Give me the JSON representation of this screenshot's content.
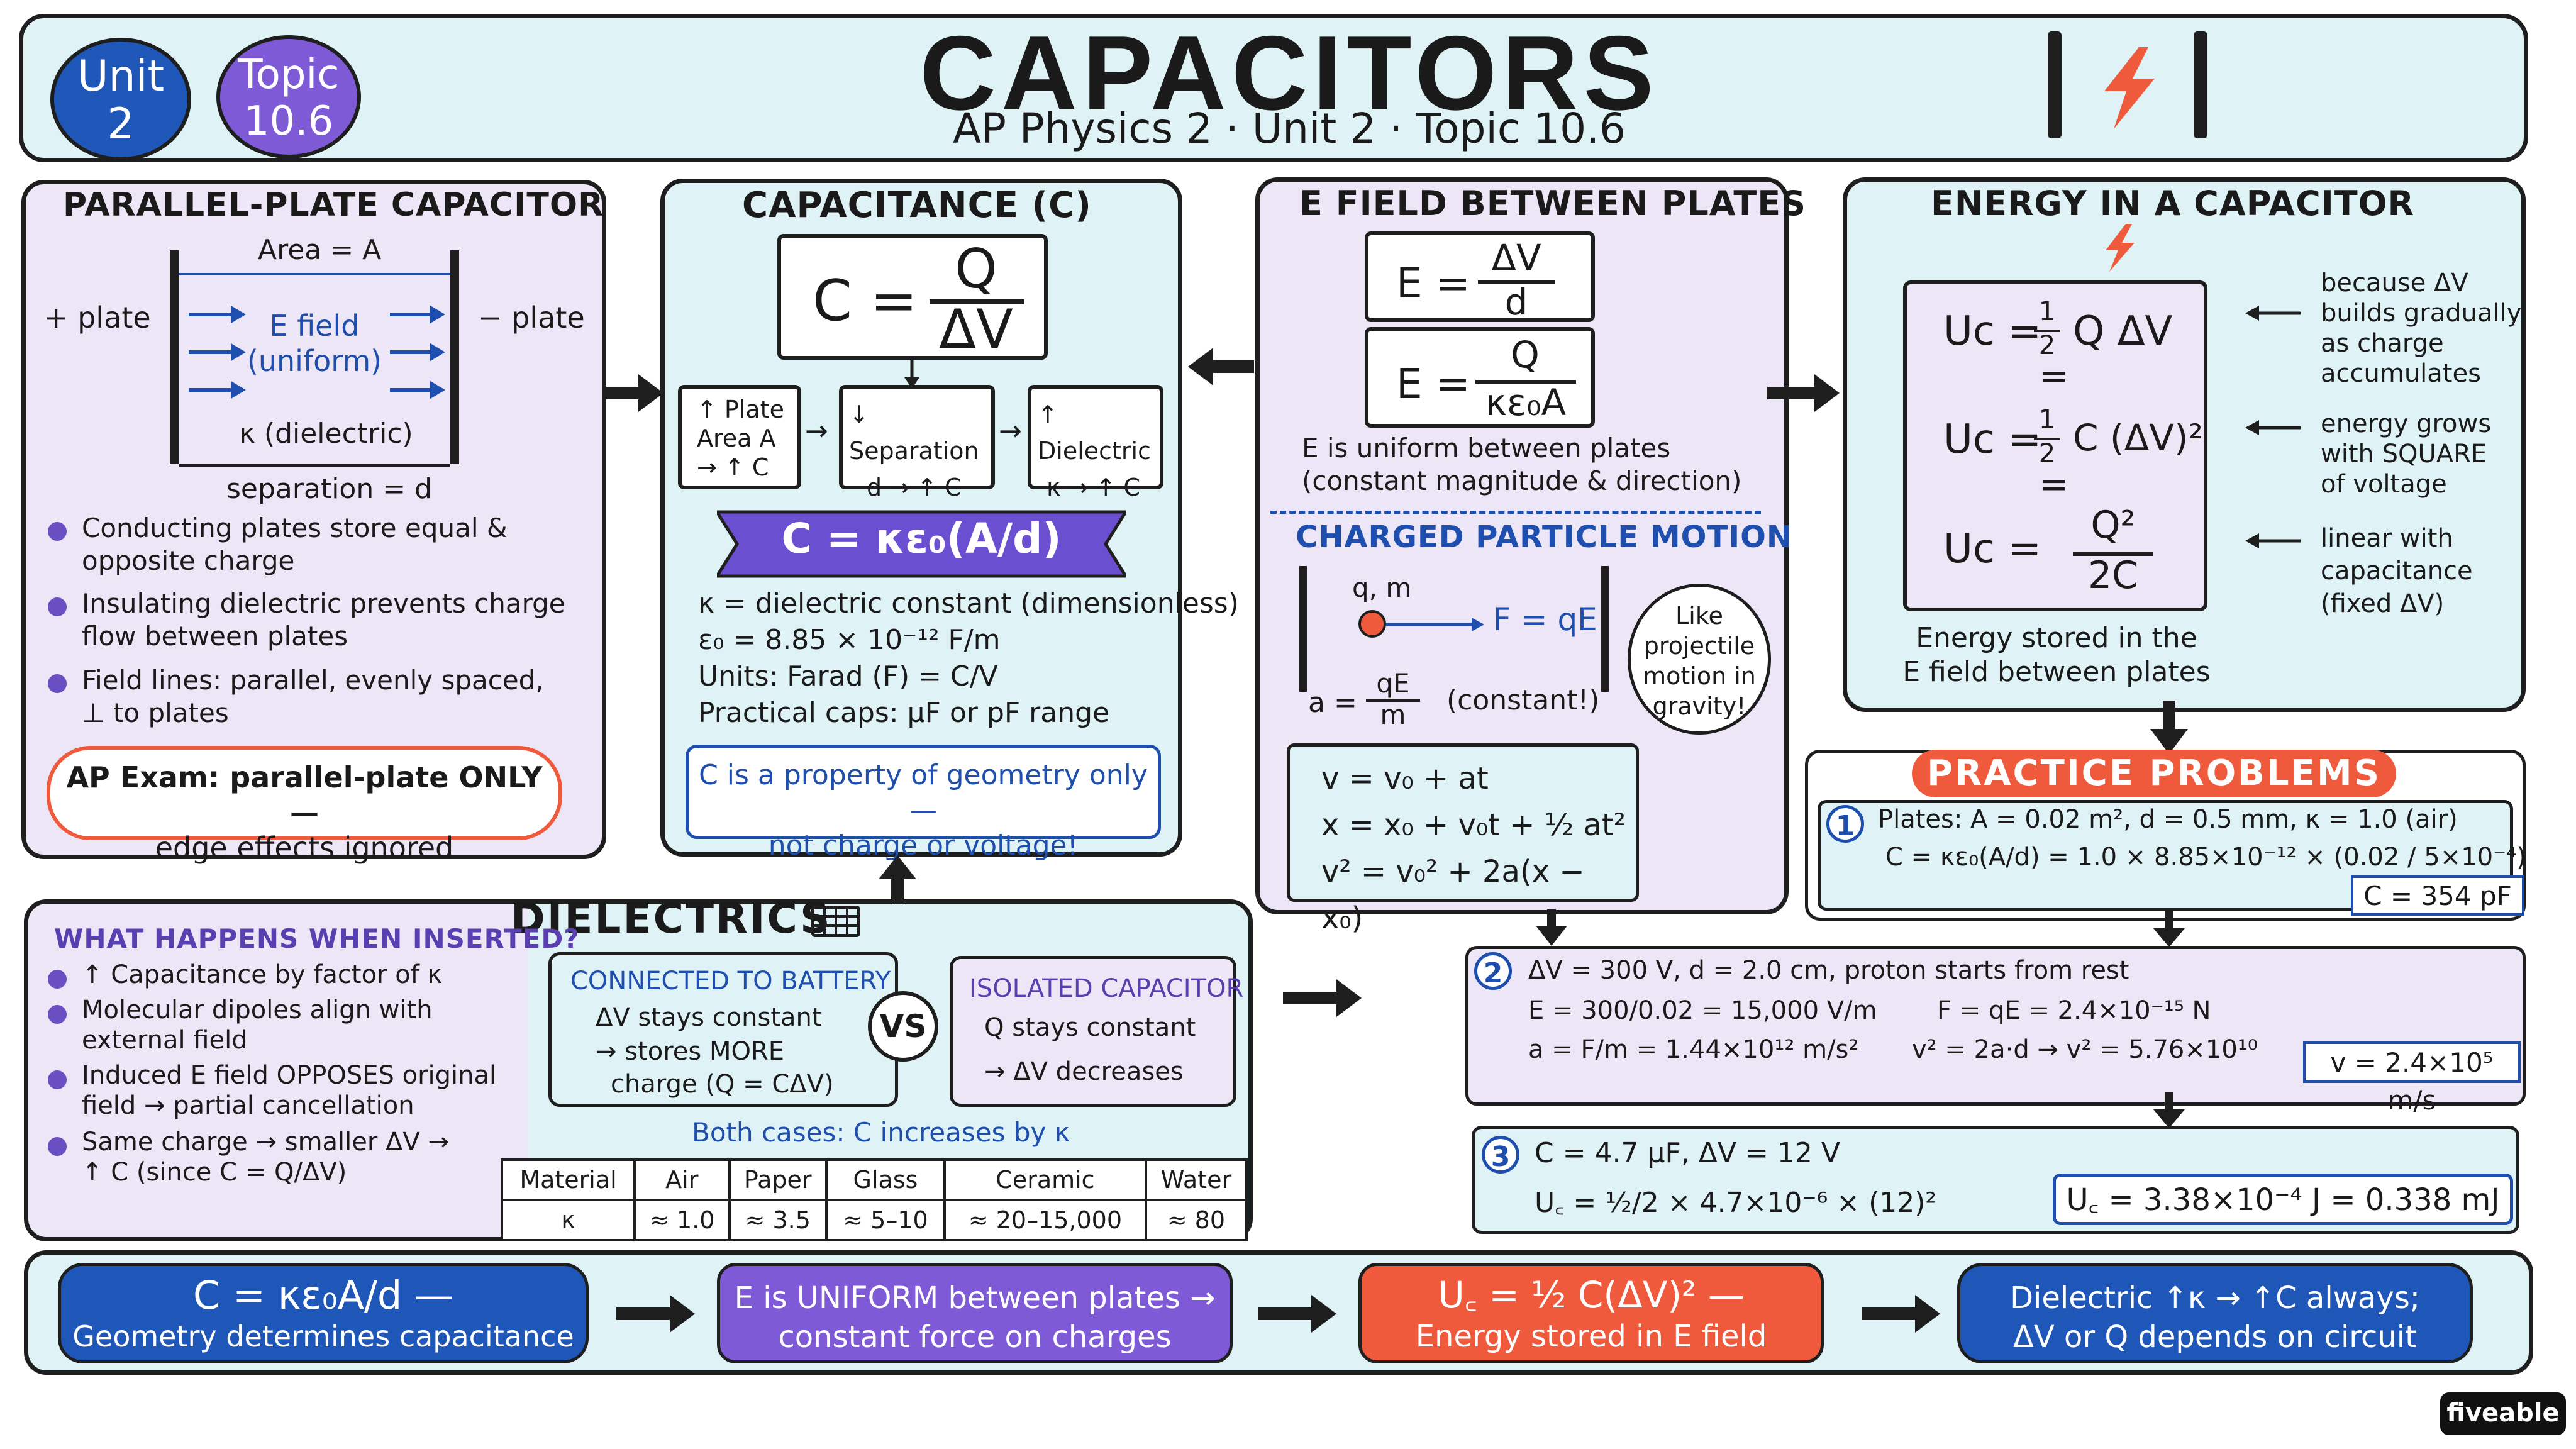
{
  "header": {
    "badge_unit": [
      "Unit",
      "2"
    ],
    "badge_topic": [
      "Topic",
      "10.6"
    ],
    "title": "CAPACITORS",
    "subtitle": "AP Physics 2 · Unit 2 · Topic 10.6"
  },
  "parallel_plate": {
    "title": "PARALLEL-PLATE CAPACITOR",
    "area": "Area = A",
    "plus_plate": "+ plate",
    "minus_plate": "− plate",
    "efield": [
      "E field",
      "(uniform)"
    ],
    "dielectric": "κ (dielectric)",
    "separation": "separation = d",
    "bullets": [
      [
        "Conducting plates store equal &",
        "opposite charge"
      ],
      [
        "Insulating dielectric prevents charge",
        "flow between plates"
      ],
      [
        "Field lines: parallel, evenly spaced,",
        "⊥ to plates"
      ]
    ],
    "note": [
      "AP Exam: parallel-plate ONLY —",
      "edge effects ignored"
    ]
  },
  "capacitance": {
    "title": "CAPACITANCE (C)",
    "formula_lhs": "C =",
    "formula_num": "Q",
    "formula_den": "ΔV",
    "factors": [
      [
        "↑ Plate",
        "Area A",
        "→ ↑ C"
      ],
      [
        "↓ Separation",
        "d → ↑ C"
      ],
      [
        "↑ Dielectric",
        "κ → ↑ C"
      ]
    ],
    "banner": "C = κε₀(A/d)",
    "lines": [
      "κ = dielectric constant (dimensionless)",
      "ε₀ = 8.85 × 10⁻¹² F/m",
      "Units: Farad (F) = C/V",
      "Practical caps: μF or pF range"
    ],
    "note": [
      "C is a property of geometry only —",
      "not charge or voltage!"
    ]
  },
  "efield": {
    "title": "E FIELD BETWEEN PLATES",
    "f1_lhs": "E =",
    "f1_num": "ΔV",
    "f1_den": "d",
    "f2_lhs": "E =",
    "f2_num": "Q",
    "f2_den": "κε₀A",
    "desc": [
      "E is uniform between plates",
      "(constant magnitude & direction)"
    ],
    "motion_title": "CHARGED PARTICLE MOTION",
    "particle": "q, m",
    "force": "F = qE",
    "accel_lhs": "a =",
    "accel_num": "qE",
    "accel_den": "m",
    "accel_note": "(constant!)",
    "bubble": [
      "Like",
      "projectile",
      "motion in",
      "gravity!"
    ],
    "kinematics": [
      "v = v₀ + at",
      "x = x₀ + v₀t + ½ at²",
      "v² = v₀² + 2a(x − x₀)"
    ]
  },
  "energy": {
    "title": "ENERGY IN A CAPACITOR",
    "formulas": [
      "U꜀ = ½ Q ΔV",
      "=",
      "U꜀ = ½ C (ΔV)²",
      "=",
      "U꜀ = Q² / 2C"
    ],
    "u1_lhs": "Uc =",
    "u1_rhs": "Q ΔV",
    "u2_lhs": "Uc =",
    "u2_rhs": "C (ΔV)²",
    "u3_lhs": "Uc =",
    "u3_num": "Q²",
    "u3_den": "2C",
    "half": [
      "1",
      "2"
    ],
    "equals": "=",
    "notes": [
      [
        "because ΔV",
        "builds gradually",
        "as charge",
        "accumulates"
      ],
      [
        "energy grows",
        "with SQUARE",
        "of voltage"
      ],
      [
        "linear with",
        "capacitance",
        "(fixed ΔV)"
      ]
    ],
    "stored": [
      "Energy stored in the",
      "E field between plates"
    ]
  },
  "dielectrics": {
    "title": "DIELECTRICS",
    "question": "WHAT HAPPENS WHEN INSERTED?",
    "bullets": [
      [
        "↑ Capacitance by factor of κ"
      ],
      [
        "Molecular dipoles align with",
        "external field"
      ],
      [
        "Induced E field OPPOSES original",
        "field → partial cancellation"
      ],
      [
        "Same charge → smaller ΔV →",
        "↑ C  (since C = Q/ΔV)"
      ]
    ],
    "battery_title": "CONNECTED TO BATTERY",
    "battery_lines": [
      "ΔV stays constant",
      "→ stores MORE",
      "charge (Q = CΔV)"
    ],
    "vs": "VS",
    "isolated_title": "ISOLATED CAPACITOR",
    "isolated_lines": [
      "Q stays constant",
      "→ ΔV decreases"
    ],
    "both": "Both cases:  C increases by κ",
    "table_header": [
      "Material",
      "Air",
      "Paper",
      "Glass",
      "Ceramic",
      "Water"
    ],
    "table_row": [
      "κ",
      "≈ 1.0",
      "≈ 3.5",
      "≈ 5–10",
      "≈ 20–15,000",
      "≈ 80"
    ]
  },
  "practice": {
    "title": "PRACTICE PROBLEMS",
    "p1": {
      "num": "1",
      "line1": "Plates:  A = 0.02 m², d = 0.5 mm, κ = 1.0 (air)",
      "line2": "C = κε₀(A/d) = 1.0 × 8.85×10⁻¹² × (0.02 / 5×10⁻⁴)",
      "answer": "C = 354 pF"
    },
    "p2": {
      "num": "2",
      "line1": "ΔV = 300 V, d = 2.0 cm, proton starts from rest",
      "line2a": "E = 300/0.02  = 15,000 V/m",
      "line2b": "F = qE = 2.4×10⁻¹⁵ N",
      "line3a": "a = F/m = 1.44×10¹² m/s²",
      "line3b": "v² = 2a·d  → v² = 5.76×10¹⁰",
      "answer": "v = 2.4×10⁵ m/s"
    },
    "p3": {
      "num": "3",
      "line1": "C = 4.7 μF, ΔV = 12 V",
      "line2": "U꜀ = ½/2 × 4.7×10⁻⁶ × (12)²",
      "answer": "U꜀ = 3.38×10⁻⁴ J = 0.338 mJ"
    }
  },
  "summary": [
    [
      "C = κε₀A/d —",
      "Geometry determines capacitance"
    ],
    [
      "E is UNIFORM between plates →",
      "constant force on charges"
    ],
    [
      "U꜀ = ½ C(ΔV)² —",
      "Energy stored in E field"
    ],
    [
      "Dielectric ↑κ → ↑C always;",
      "ΔV or Q depends on circuit"
    ]
  ],
  "brand": "fiveable",
  "colors": {
    "panel_blue": "#dff2f5",
    "panel_lavender": "#ece6f6",
    "badge_blue": "#1f57b8",
    "badge_purple": "#7e5ad6",
    "accent_red": "#ef5a3c",
    "banner_purple": "#6b4fd1"
  }
}
